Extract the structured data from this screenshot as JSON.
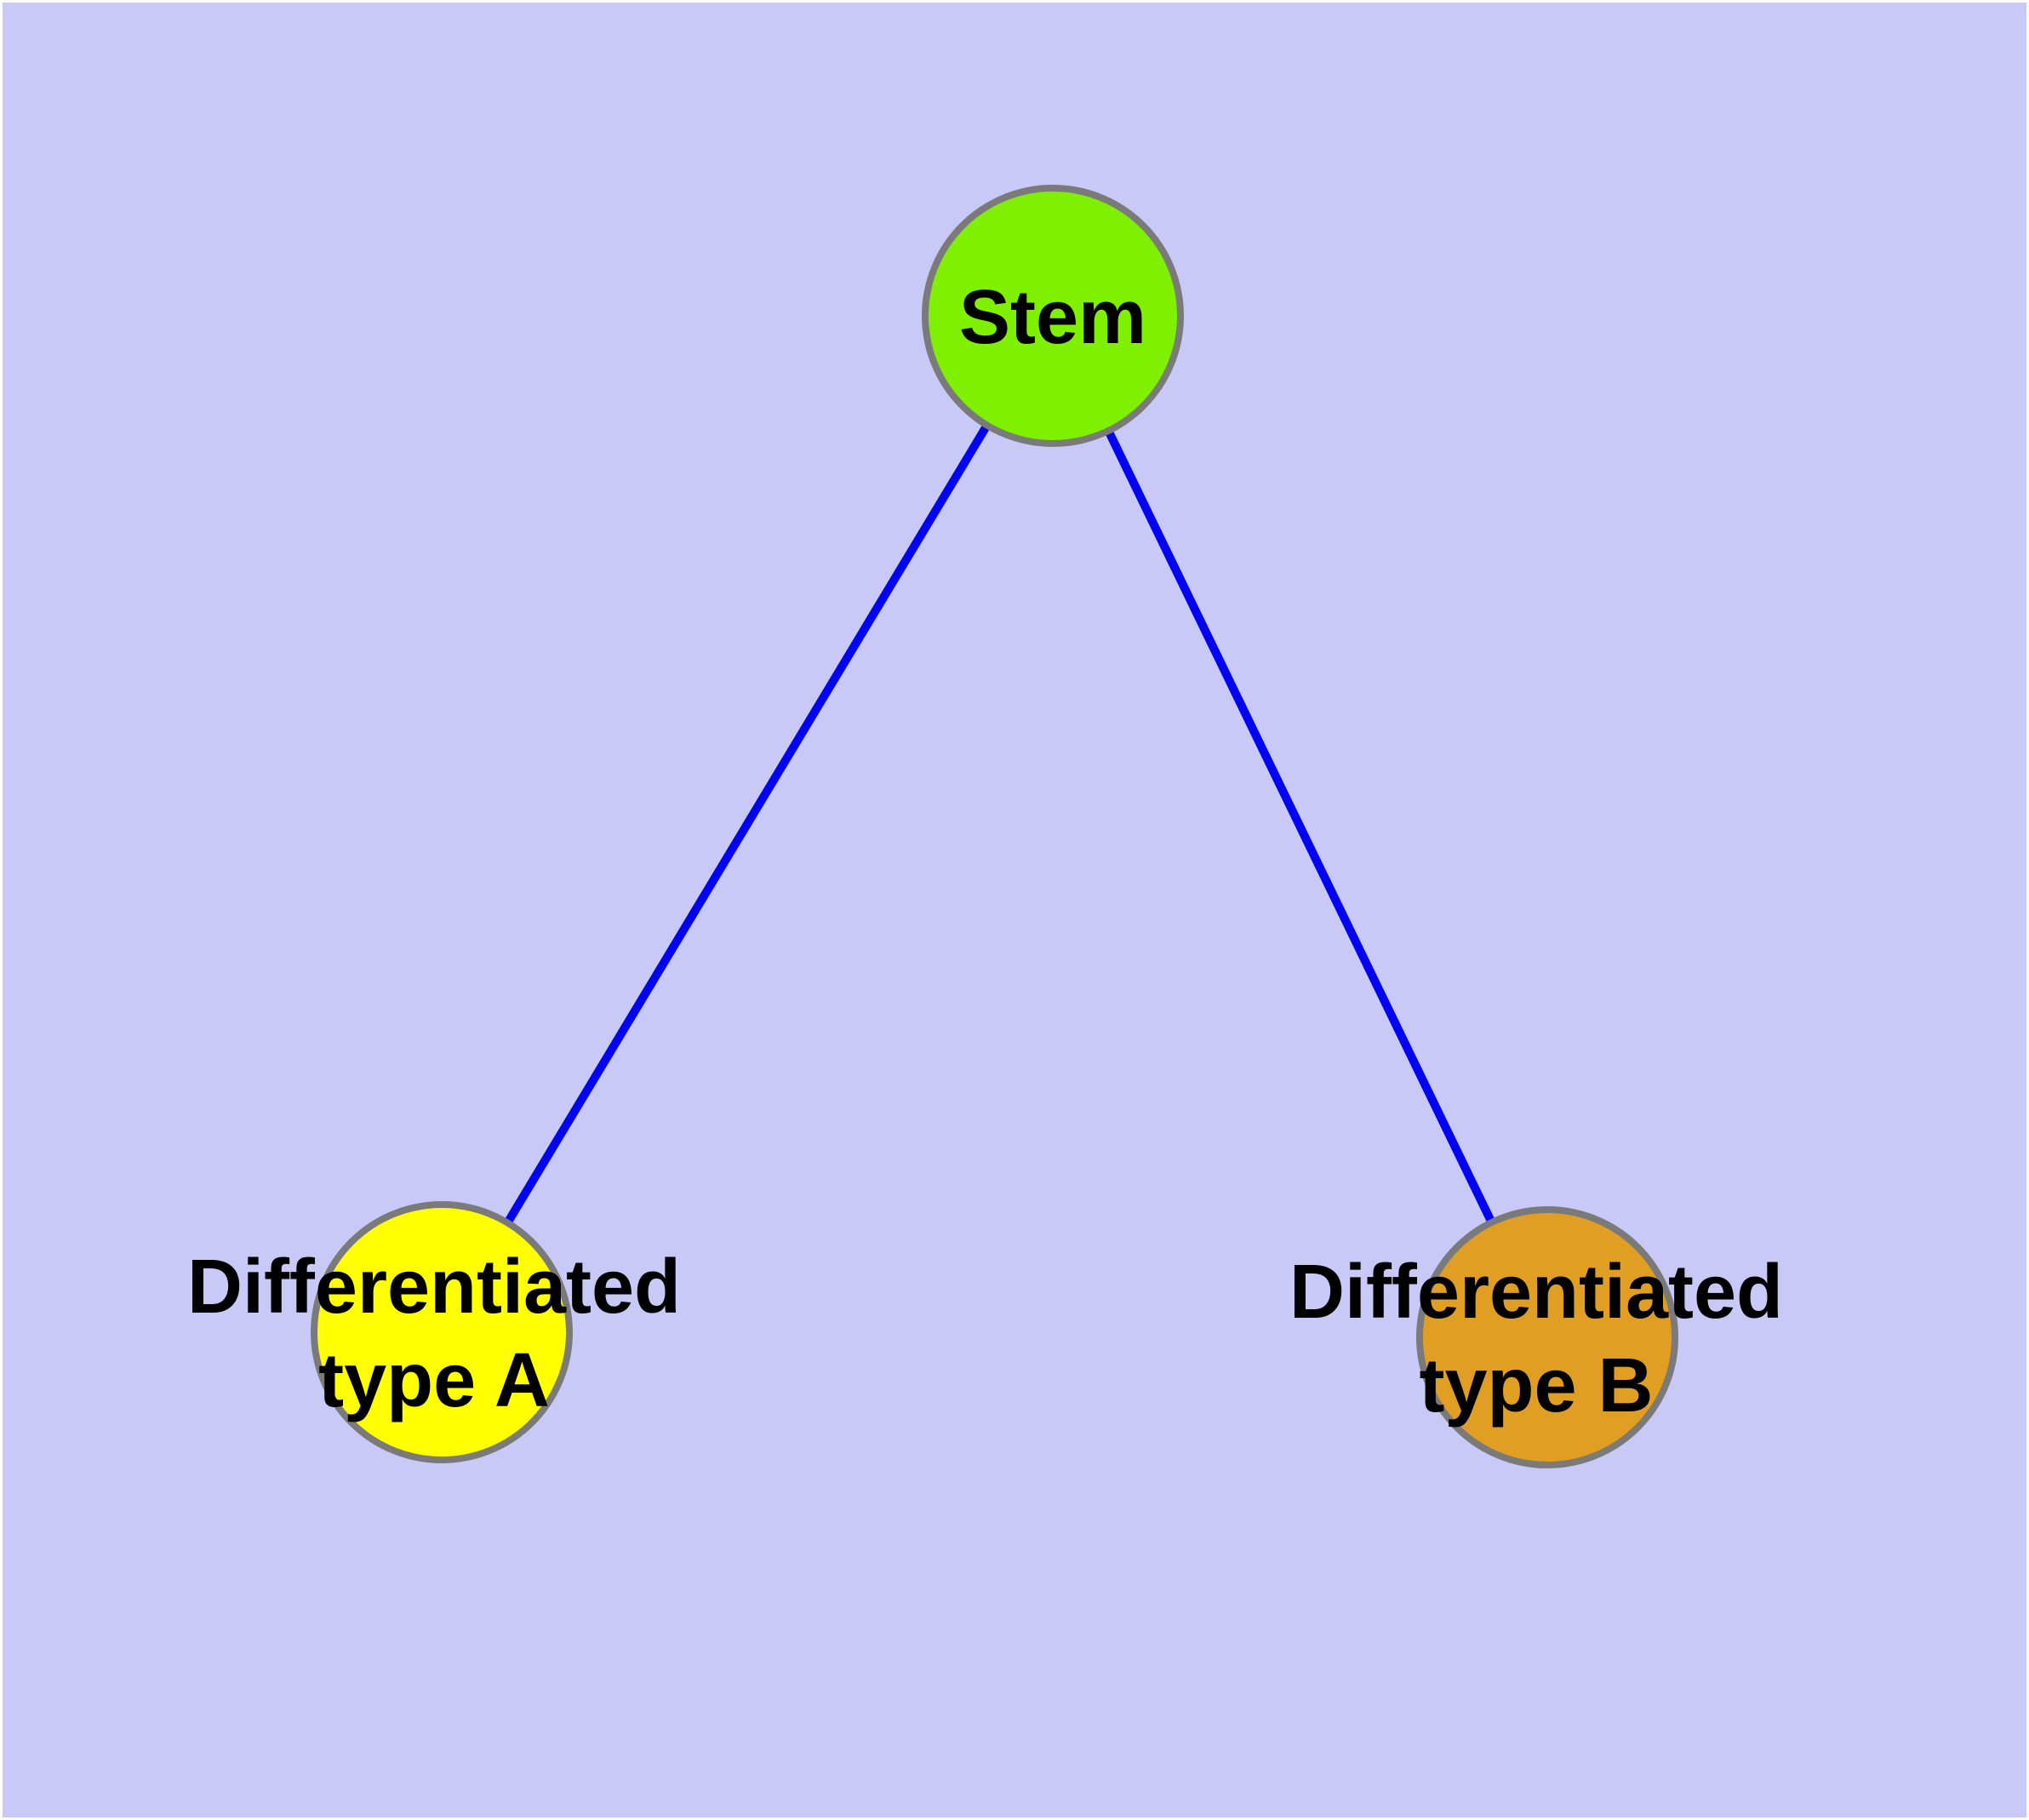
{
  "diagram": {
    "type": "graph",
    "background_color": "#c9c9f8",
    "frame_color": "#fdfdfd",
    "edge_color": "#0303f3",
    "node_border_color": "#7a7a7a",
    "label_color": "#000000",
    "nodes": [
      {
        "id": "stem",
        "label": "Stem",
        "color": "#7ef000"
      },
      {
        "id": "differentiated-type-a",
        "label_line1": "Differentiated",
        "label_line2": "type A",
        "color": "#ffff00"
      },
      {
        "id": "differentiated-type-b",
        "label_line1": "Differentiated",
        "label_line2": "type B",
        "color": "#e09e22"
      }
    ],
    "edges": [
      {
        "from": "stem",
        "to": "differentiated-type-a"
      },
      {
        "from": "stem",
        "to": "differentiated-type-b"
      }
    ]
  }
}
